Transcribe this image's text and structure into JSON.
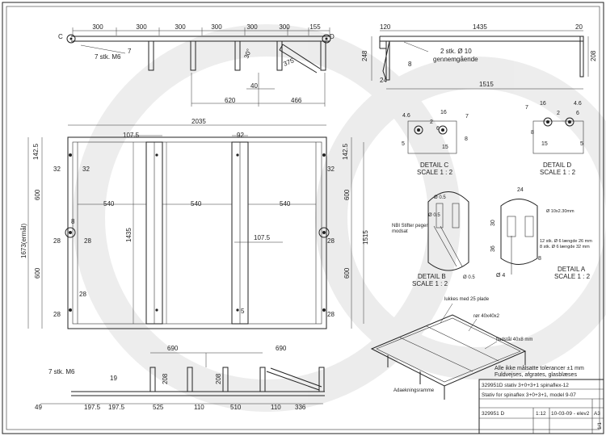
{
  "top_view": {
    "label_c": "C",
    "label_d": "D",
    "spans": [
      "300",
      "300",
      "300",
      "300",
      "300",
      "300",
      "155"
    ],
    "bolts": "7 stk. M6",
    "small": "7",
    "angle": "30°",
    "length_375": "375",
    "d40": "40",
    "d620": "620",
    "d466": "466"
  },
  "side_view_top": {
    "d120": "120",
    "d1435": "1435",
    "d20": "20",
    "holes": "2 stk. Ø 10",
    "holes2": "gennemgående",
    "d248": "248",
    "d208": "208",
    "d8": "8",
    "d24": "24",
    "d1515": "1515"
  },
  "plan_view": {
    "d2035": "2035",
    "d107_5a": "107.5",
    "d92": "92",
    "d142_5l": "142.5",
    "d142_5r": "142.5",
    "d32a": "32",
    "d32b": "32",
    "d32c": "32",
    "d540a": "540",
    "d540b": "540",
    "d540c": "540",
    "d600l1": "600",
    "d600l2": "600",
    "d600r1": "600",
    "d600r2": "600",
    "d1673": "1673(ermål)",
    "d1435": "1435",
    "d1515": "1515",
    "d8": "8",
    "d28a": "28",
    "d28b": "28",
    "d28c": "28",
    "d28d": "28",
    "d28e": "28",
    "d28f": "28",
    "d107_5b": "107.5",
    "d5": "5"
  },
  "details": {
    "c_title": "DETAIL C",
    "c_scale": "SCALE 1 : 2",
    "d_title": "DETAIL D",
    "d_scale": "SCALE 1 : 2",
    "b_title": "DETAIL B",
    "b_scale": "SCALE 1 : 2",
    "a_title": "DETAIL A",
    "a_scale": "SCALE 1 : 2",
    "c_46": "4.6",
    "c_16": "16",
    "c_2": "2",
    "c_6": "6",
    "c_7": "7",
    "c_8": "8",
    "c_15": "15",
    "c_5": "5",
    "d_7": "7",
    "d_16": "16",
    "d_46": "4.6",
    "d_2": "2",
    "d_6": "6",
    "d_8": "8",
    "d_15": "15",
    "d_5": "5",
    "b_d05a": "Ø 0.5",
    "b_d05b": "Ø 0.5",
    "b_d05c": "Ø 0.5",
    "b_note": "NBI Stifter peger",
    "b_note2": "modsat",
    "a_24": "24",
    "a_30": "30",
    "a_36": "36",
    "a_8": "8",
    "a_d4": "Ø 4",
    "a_thread": "Ø 10x2.30mm",
    "a_note1": "12 stk. Ø 6 længde 26 mm",
    "a_note2": "8 stk. Ø 6 længde 32 mm"
  },
  "bottom_view": {
    "bolts": "7 stk. M6",
    "d690a": "690",
    "d690b": "690",
    "d19": "19",
    "d208a": "208",
    "d208b": "208",
    "dims": [
      "49",
      "197.5",
      "197.5",
      "525",
      "110",
      "510",
      "110",
      "336"
    ]
  },
  "iso": {
    "lukkes": "lukkes med 25 plade",
    "ror": "rør 40x40x2",
    "fladstal": "fladstål 40x8 mm",
    "adaek": "Adaekningsramme"
  },
  "notes": {
    "line1": "Alle ikke målsatte tolerancer ±1 mm",
    "line2": "Fuldvejses, afgrates, glasblæses"
  },
  "title_block": {
    "row1": "329951D stativ 3+0+3+1 spinaflex-12",
    "row2": "Stativ for spinaflex 3+0+3+1, model 9-07",
    "number": "329951 D",
    "scale": "1:12",
    "date": "10-03-09 - elev2",
    "size": "A3",
    "sheet": "1/1"
  }
}
